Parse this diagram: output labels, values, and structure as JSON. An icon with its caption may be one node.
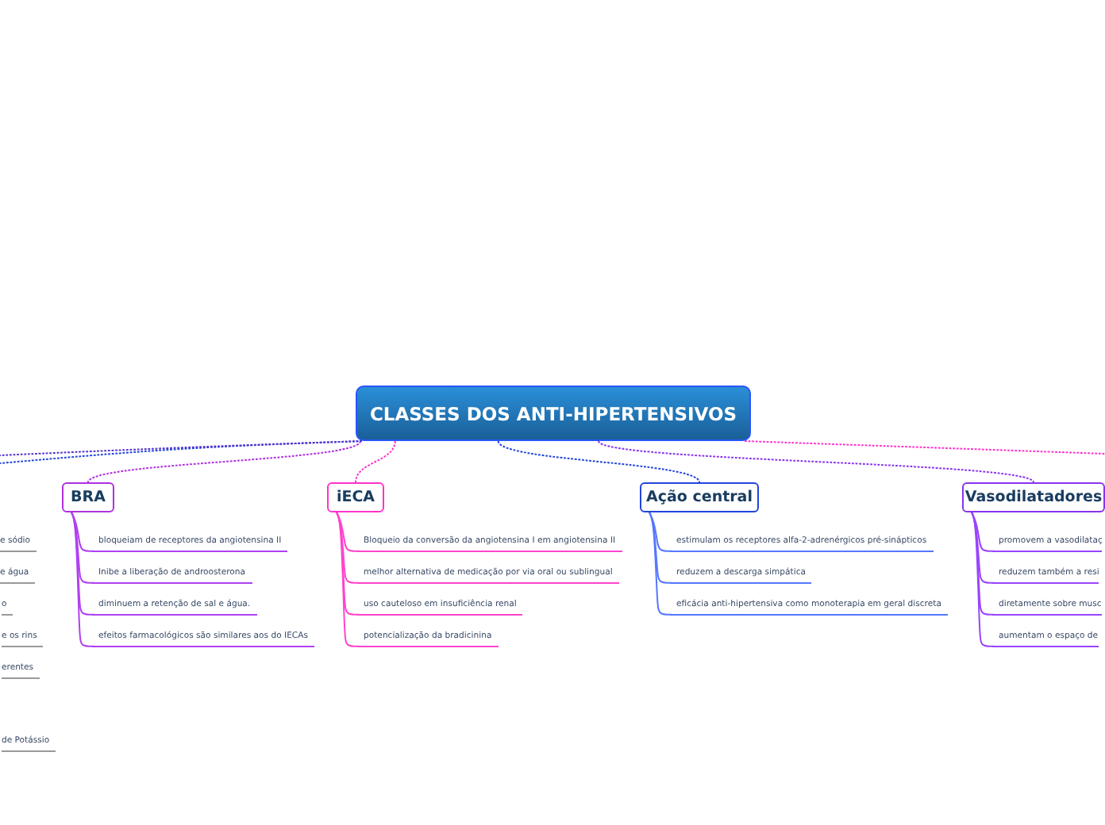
{
  "diagram": {
    "nodes": [
      {
        "text": [
          "CLASSES DOS ANTI-HIPERTENSIVOS"
        ]
      },
      {
        "text": [
          "BRA"
        ]
      },
      {
        "text": [
          "bloqueiam de receptores da angiotensina II"
        ]
      },
      {
        "text": [
          "Inibe a liberação de androosterona"
        ]
      },
      {
        "text": [
          "diminuem a retenção de sal e água."
        ]
      },
      {
        "text": [
          "efeitos farmacológicos são similares aos do IECAs"
        ]
      },
      {
        "text": [
          "iECA"
        ]
      },
      {
        "text": [
          "Bloqueio da conversão da angiotensina I em angiotensina II"
        ]
      },
      {
        "text": [
          "melhor alternativa de medicação por via oral ou sublingual"
        ]
      },
      {
        "text": [
          "uso cauteloso em insuficiência renal"
        ]
      },
      {
        "text": [
          "potencialização da bradicinina"
        ]
      },
      {
        "text": [
          "Ação central"
        ]
      },
      {
        "text": [
          "estimulam os receptores alfa-2-adrenérgicos pré-sinápticos"
        ]
      },
      {
        "text": [
          "reduzem a descarga simpática"
        ]
      },
      {
        "text": [
          "eficácia anti-hipertensiva como monoterapia em geral discreta"
        ]
      },
      {
        "text": [
          "Vasodilatadores"
        ]
      },
      {
        "text": [
          "promovem a vasodilataç"
        ]
      },
      {
        "text": [
          "reduzem também a resi"
        ]
      },
      {
        "text": [
          "diretamente sobre musc"
        ]
      },
      {
        "text": [
          "aumentam o espaço de"
        ]
      },
      {
        "text": [
          "e sódio"
        ]
      },
      {
        "text": [
          "e água"
        ]
      },
      {
        "text": [
          "o"
        ]
      },
      {
        "text": [
          "e os rins"
        ]
      },
      {
        "text": [
          "erentes"
        ]
      },
      {
        "text": [
          "de Potássio"
        ]
      }
    ],
    "edges": [
      {
        "from": 0,
        "to": 1,
        "arrow": "none",
        "style": "dashed",
        "color": "#b030e0"
      },
      {
        "from": 1,
        "to": 2,
        "arrow": "none",
        "color": "#b040f0"
      },
      {
        "from": 1,
        "to": 3,
        "arrow": "none",
        "color": "#b040f0"
      },
      {
        "from": 1,
        "to": 4,
        "arrow": "none",
        "color": "#b040f0"
      },
      {
        "from": 1,
        "to": 5,
        "arrow": "none",
        "color": "#b040f0"
      },
      {
        "from": 0,
        "to": 6,
        "arrow": "none",
        "style": "dashed",
        "color": "#ff33cc"
      },
      {
        "from": 6,
        "to": 7,
        "arrow": "none",
        "color": "#ff44cc"
      },
      {
        "from": 6,
        "to": 8,
        "arrow": "none",
        "color": "#ff44cc"
      },
      {
        "from": 6,
        "to": 9,
        "arrow": "none",
        "color": "#ff44cc"
      },
      {
        "from": 6,
        "to": 10,
        "arrow": "none",
        "color": "#ff44cc"
      },
      {
        "from": 0,
        "to": 11,
        "arrow": "none",
        "style": "dashed",
        "color": "#2244dd"
      },
      {
        "from": 11,
        "to": 12,
        "arrow": "none",
        "color": "#5577ff"
      },
      {
        "from": 11,
        "to": 13,
        "arrow": "none",
        "color": "#5577ff"
      },
      {
        "from": 11,
        "to": 14,
        "arrow": "none",
        "color": "#5577ff"
      },
      {
        "from": 0,
        "to": 15,
        "arrow": "none",
        "style": "dashed",
        "color": "#8833ee"
      },
      {
        "from": 15,
        "to": 16,
        "arrow": "none",
        "color": "#9944ff"
      },
      {
        "from": 15,
        "to": 17,
        "arrow": "none",
        "color": "#9944ff"
      },
      {
        "from": 15,
        "to": 18,
        "arrow": "none",
        "color": "#9944ff"
      },
      {
        "from": 15,
        "to": 19,
        "arrow": "none",
        "color": "#9944ff"
      },
      {
        "from": 0,
        "to": null,
        "arrow": "none",
        "style": "dashed",
        "color": "#2244dd"
      },
      {
        "from": 0,
        "to": null,
        "arrow": "none",
        "style": "dashed",
        "color": "#5533cc"
      },
      {
        "from": 0,
        "to": null,
        "arrow": "none",
        "style": "dashed",
        "color": "#ff33cc"
      }
    ]
  }
}
